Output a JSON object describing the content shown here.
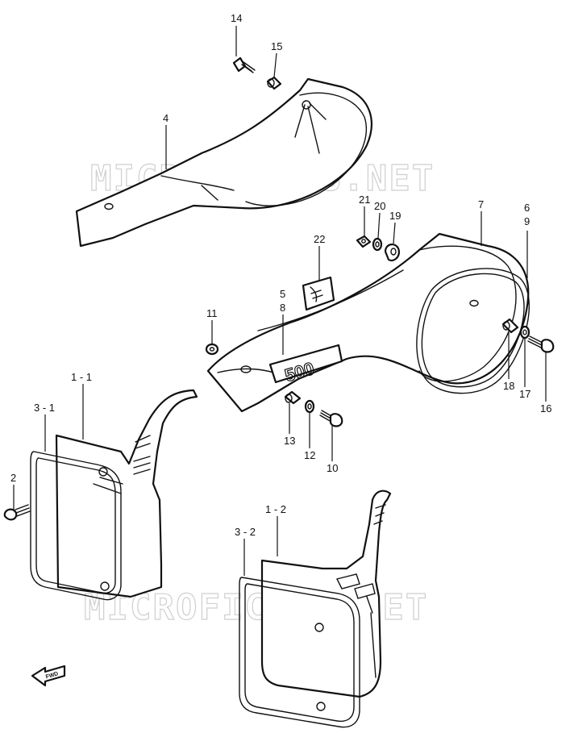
{
  "watermarks": [
    "MICROFICHES.NET",
    "MICROFICHES.NET"
  ],
  "decal_text": "500",
  "fwd_label": "FWD",
  "callouts": [
    {
      "id": "c14",
      "text": "14"
    },
    {
      "id": "c15",
      "text": "15"
    },
    {
      "id": "c4",
      "text": "4"
    },
    {
      "id": "c21",
      "text": "21"
    },
    {
      "id": "c20",
      "text": "20"
    },
    {
      "id": "c19",
      "text": "19"
    },
    {
      "id": "c7",
      "text": "7"
    },
    {
      "id": "c6",
      "text": "6"
    },
    {
      "id": "c9",
      "text": "9"
    },
    {
      "id": "c22",
      "text": "22"
    },
    {
      "id": "c5",
      "text": "5"
    },
    {
      "id": "c8",
      "text": "8"
    },
    {
      "id": "c11",
      "text": "11"
    },
    {
      "id": "c18",
      "text": "18"
    },
    {
      "id": "c17",
      "text": "17"
    },
    {
      "id": "c16",
      "text": "16"
    },
    {
      "id": "c13",
      "text": "13"
    },
    {
      "id": "c12",
      "text": "12"
    },
    {
      "id": "c10",
      "text": "10"
    },
    {
      "id": "c1-1",
      "text": "1 - 1"
    },
    {
      "id": "c3-1",
      "text": "3 - 1"
    },
    {
      "id": "c2",
      "text": "2"
    },
    {
      "id": "c1-2",
      "text": "1 - 2"
    },
    {
      "id": "c3-2",
      "text": "3 - 2"
    }
  ]
}
